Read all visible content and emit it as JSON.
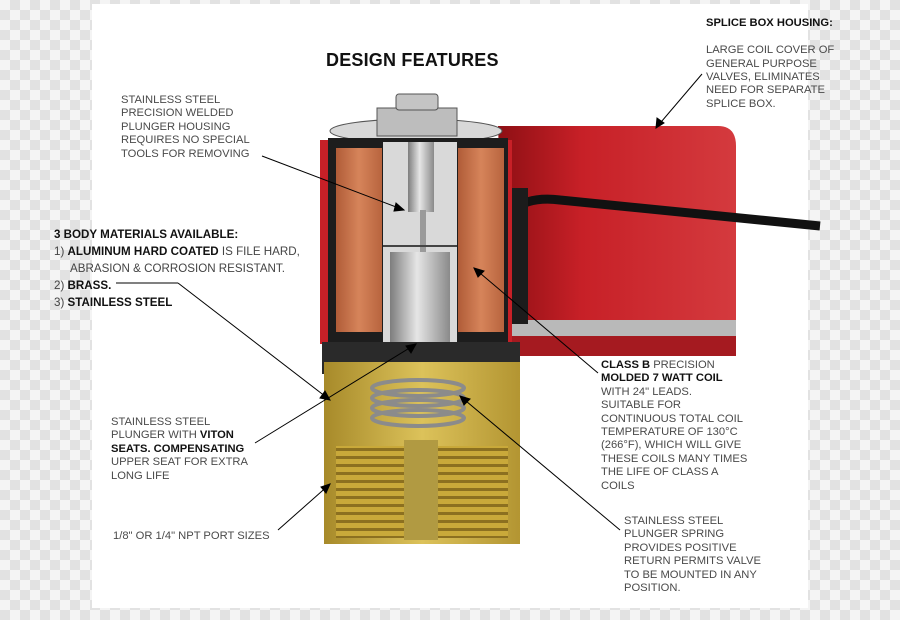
{
  "title": "DESIGN FEATURES",
  "splice_box": {
    "heading": "SPLICE BOX HOUSING:",
    "text": "LARGE COIL COVER OF\nGENERAL PURPOSE\nVALVES, ELIMINATES\nNEED FOR SEPARATE\nSPLICE BOX."
  },
  "plunger_housing": {
    "text": "STAINLESS STEEL\nPRECISION WELDED\nPLUNGER HOUSING\nREQUIRES NO SPECIAL\nTOOLS FOR REMOVING"
  },
  "body_materials": {
    "heading": "3  BODY MATERIALS AVAILABLE:",
    "item1_num": "1)",
    "item1_bold": "ALUMINUM HARD COATED",
    "item1_rest": " IS FILE HARD,",
    "item1_line2": "ABRASION & CORROSION RESISTANT.",
    "item2_num": "2)",
    "item2_bold": "BRASS.",
    "item3_num": "3)",
    "item3_bold": "STAINLESS STEEL"
  },
  "plunger": {
    "line1": "STAINLESS STEEL",
    "line2_plain": "PLUNGER WITH ",
    "line2_bold": "VITON",
    "line3_bold": "SEATS. COMPENSATING",
    "line4": "UPPER SEAT FOR EXTRA",
    "line5": "LONG LIFE"
  },
  "port_sizes": {
    "text": "1/8\" OR 1/4\" NPT PORT SIZES"
  },
  "coil": {
    "line1_bold": "CLASS B",
    "line1_rest": " PRECISION",
    "line2_bold": "MOLDED 7 WATT COIL",
    "text": "WITH 24\" LEADS.\nSUITABLE FOR\nCONTINUOUS TOTAL COIL\nTEMPERATURE OF 130°C\n(266°F), WHICH WILL GIVE\nTHESE COILS MANY TIMES\nTHE LIFE OF CLASS A\nCOILS"
  },
  "spring": {
    "text": "STAINLESS STEEL\nPLUNGER SPRING\nPROVIDES POSITIVE\nRETURN PERMITS VALVE\nTO BE MOUNTED IN ANY\nPOSITION."
  },
  "colors": {
    "housing_red": "#c41e24",
    "coil_copper": "#c8734a",
    "brass": "#c9a93a",
    "steel": "#9a9a9a"
  }
}
